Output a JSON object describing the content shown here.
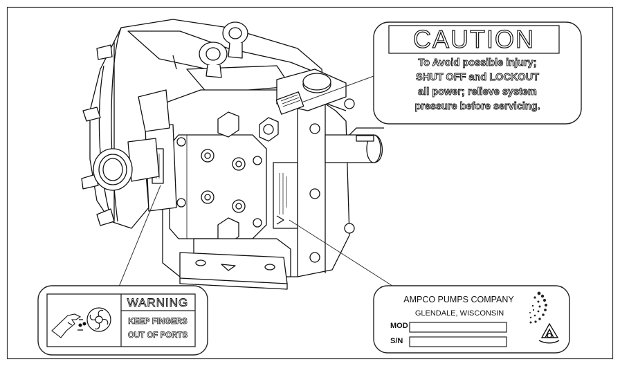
{
  "caution": {
    "title": "CAUTION",
    "lines": [
      "To Avoid possible injury;",
      "SHUT OFF and LOCKOUT",
      "all power; relieve system",
      "pressure before servicing."
    ]
  },
  "warning": {
    "title": "WARNING",
    "lines": [
      "KEEP FINGERS",
      "OUT OF PORTS"
    ]
  },
  "nameplate": {
    "company": "AMPCO PUMPS COMPANY",
    "location": "GLENDALE, WISCONSIN",
    "mod_label": "MOD",
    "sn_label": "S/N"
  },
  "icons": [
    "hand-hazard-icon",
    "impeller-icon",
    "ampco-swirl-logo",
    "ampco-a-logo"
  ]
}
